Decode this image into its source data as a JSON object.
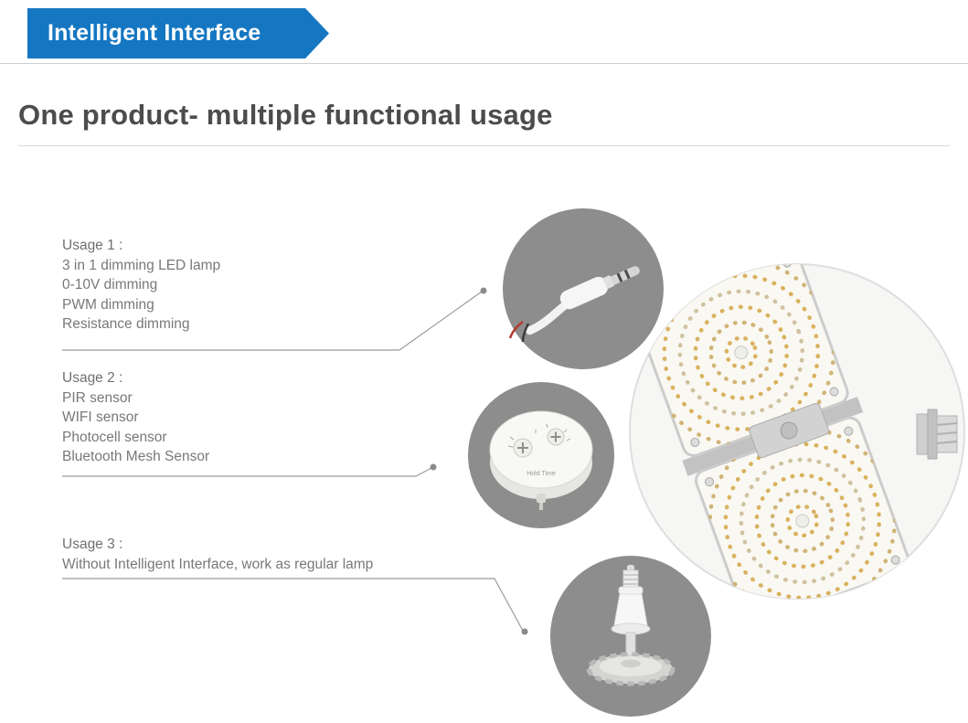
{
  "banner": {
    "title": "Intelligent Interface"
  },
  "heading": {
    "title": "One product- multiple functional usage"
  },
  "usages": [
    {
      "title": "Usage 1 :",
      "lines": [
        "3 in 1 dimming LED lamp",
        "0-10V dimming",
        "PWM dimming",
        "Resistance dimming"
      ]
    },
    {
      "title": "Usage 2 :",
      "lines": [
        "PIR sensor",
        "WIFI sensor",
        "Photocell sensor",
        "Bluetooth Mesh Sensor"
      ]
    },
    {
      "title": "Usage 3 :",
      "lines": [
        "Without Intelligent Interface, work as regular lamp"
      ]
    }
  ],
  "images": {
    "jack_icon": "dimming-jack-photo",
    "sensor_icon": "intelligent-sensor-photo",
    "sensor_label": "Hold Time",
    "lamp_icon": "regular-lamp-photo",
    "panel_icon": "led-panel-lamp-photo"
  },
  "colors": {
    "banner_blue": "#1577c2",
    "heading_text": "#4c4c4e",
    "body_text": "#77787b",
    "photo_circle_gray": "#8d8d8d",
    "led_dot_gold": "#d9b25f"
  }
}
